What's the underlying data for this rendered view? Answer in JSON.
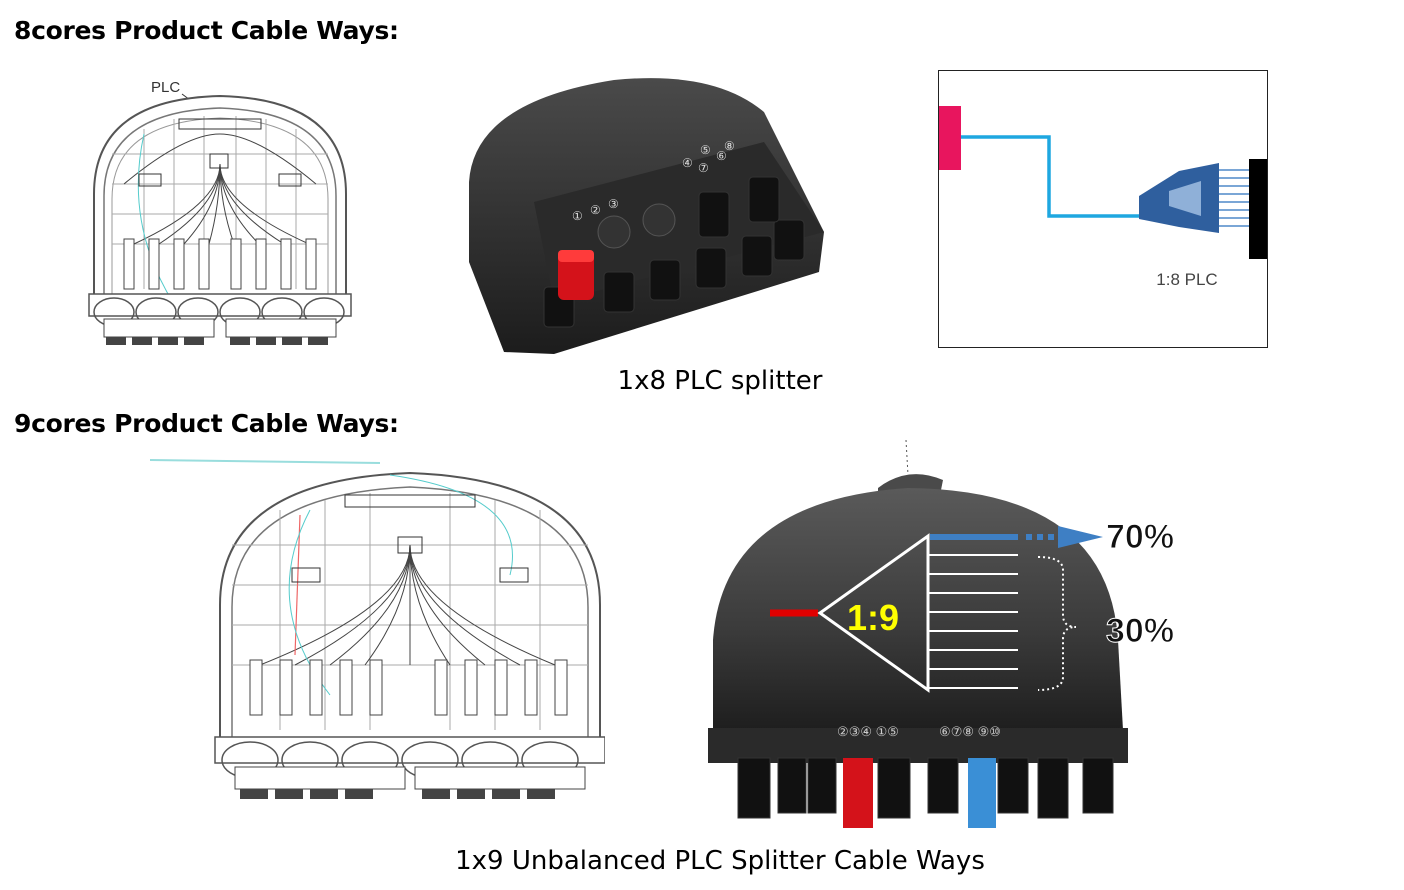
{
  "section_8": {
    "heading": "8cores Product Cable Ways:",
    "drawing_label": "PLC",
    "port_numbers_left": [
      "①",
      "②",
      "③"
    ],
    "port_numbers_right": [
      "④",
      "⑤",
      "⑥",
      "⑦",
      "⑧"
    ],
    "diagram_label": "1:8 PLC",
    "caption": "1x8 PLC splitter"
  },
  "section_9": {
    "heading": "9cores Product Cable Ways:",
    "ratio_label": "1:9",
    "percent_top": "70%",
    "percent_bottom": "30%",
    "port_group_a": "②③④\n①⑤",
    "port_group_b": "⑥⑦⑧\n⑨⑩",
    "caption": "1x9 Unbalanced PLC Splitter Cable Ways"
  },
  "colors": {
    "input_pink": "#e8155e",
    "fiber_blue": "#1ea7e0",
    "plc_blue": "#2f5f9e",
    "ratio_yellow": "#ffff00",
    "red_port": "#d4121a",
    "blue_port": "#3a8fd6",
    "arrow_blue": "#3e7fc4",
    "input_red": "#e00000"
  }
}
